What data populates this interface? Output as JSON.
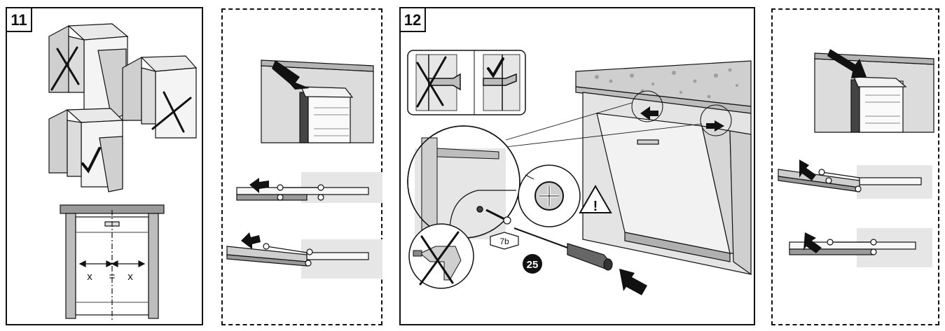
{
  "panels": {
    "step11": {
      "number": "11"
    },
    "step12": {
      "number": "12"
    }
  },
  "labels": {
    "dimension_left": "x",
    "dimension_equals": "=",
    "dimension_right": "x",
    "screw_tag": "7b",
    "part_number": "25",
    "warning_glyph": "!"
  },
  "icons": [
    "cross-mark-icon",
    "check-mark-icon",
    "arrow-icon",
    "phillips-screw-icon",
    "warning-triangle-icon",
    "screwdriver-icon",
    "power-drill-icon"
  ],
  "colors": {
    "line": "#111111",
    "cabinet_light": "#e6e6e6",
    "cabinet_mid": "#cfcfcf",
    "cabinet_dark": "#9a9a9a",
    "rail": "#f2f2f2"
  }
}
